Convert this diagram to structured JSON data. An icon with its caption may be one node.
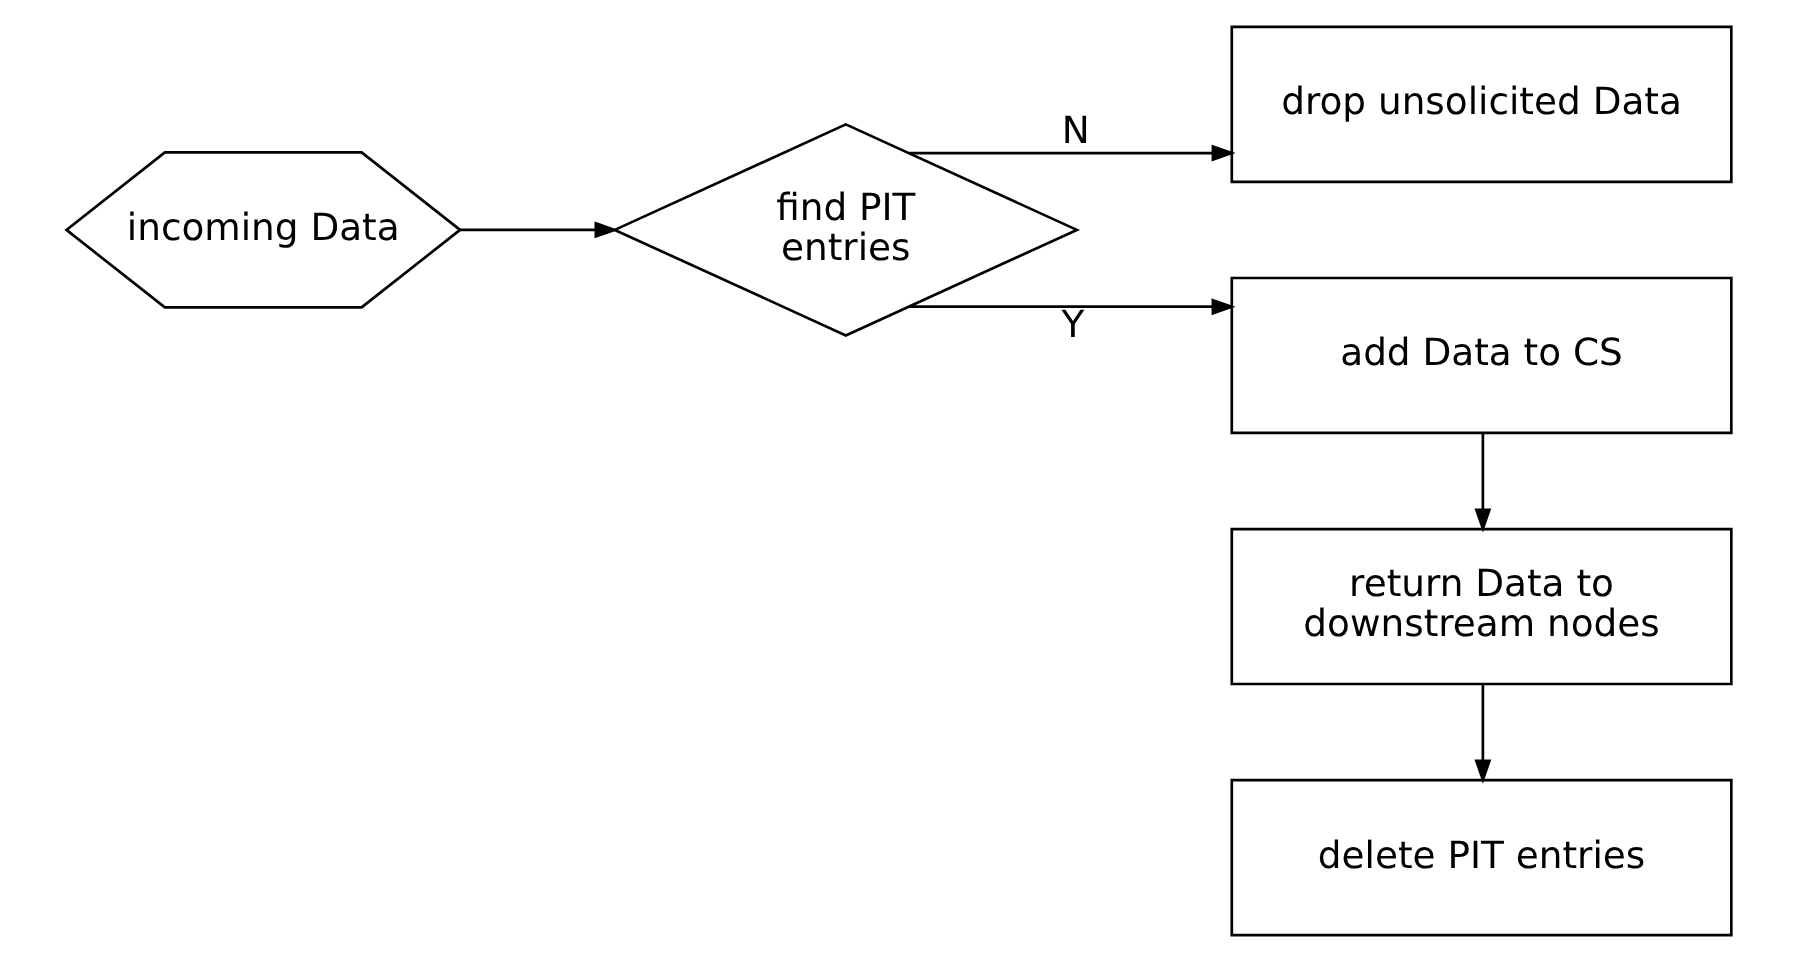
{
  "diagram": {
    "nodes": [
      {
        "text": [
          "incoming Data"
        ]
      },
      {
        "text": [
          "find PIT entries"
        ]
      },
      {
        "text": [
          "drop unsolicited Data"
        ]
      },
      {
        "text": [
          "add Data to CS"
        ]
      },
      {
        "text": [
          "return Data to downstream nodes"
        ]
      },
      {
        "text": [
          "delete PIT entries"
        ]
      }
    ],
    "edges": [
      {
        "from": 0,
        "to": 1,
        "arrow": "to"
      },
      {
        "from": 1,
        "to": 2,
        "arrow": "to",
        "label": "N"
      },
      {
        "from": 1,
        "to": 3,
        "arrow": "to",
        "label": "Y"
      },
      {
        "from": 3,
        "to": 4,
        "arrow": "to"
      },
      {
        "from": 4,
        "to": 5,
        "arrow": "to"
      }
    ]
  }
}
